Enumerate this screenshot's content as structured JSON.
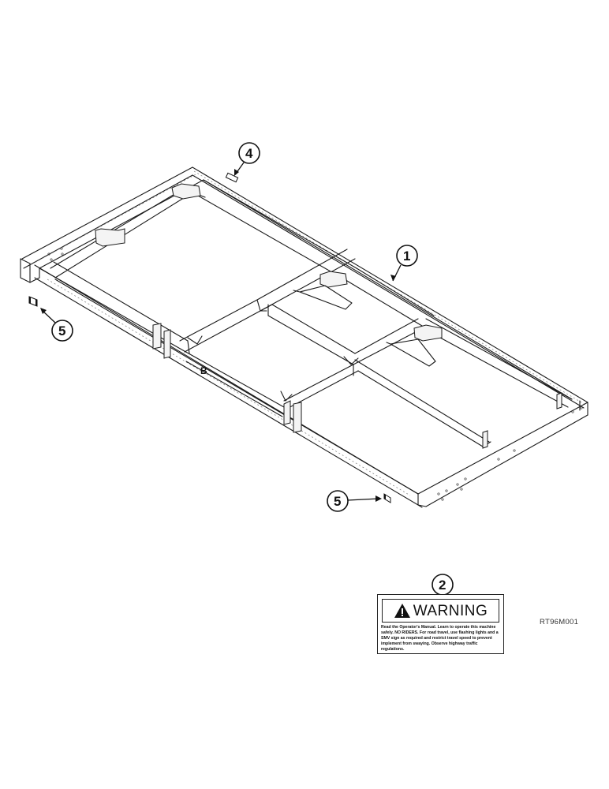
{
  "figure": {
    "id": "RT96M001",
    "subject": "Implement main frame assembly with decals (exploded isometric parts view)",
    "frame_marking": "B"
  },
  "callouts": [
    {
      "number": "1",
      "part": "main-frame"
    },
    {
      "number": "2",
      "part": "warning-decal"
    },
    {
      "number": "4",
      "part": "decal"
    },
    {
      "number": "5",
      "part": "reflector-left"
    },
    {
      "number": "5",
      "part": "reflector-right"
    }
  ],
  "warning_decal": {
    "icon": "warning-triangle-icon",
    "title": "WARNING",
    "body": "Read the Operator's Manual. Learn to operate this machine safely. NO RIDERS. For road travel, use flashing lights and a SMV sign as required and restrict travel speed to prevent implement from swaying. Observe highway traffic regulations."
  }
}
